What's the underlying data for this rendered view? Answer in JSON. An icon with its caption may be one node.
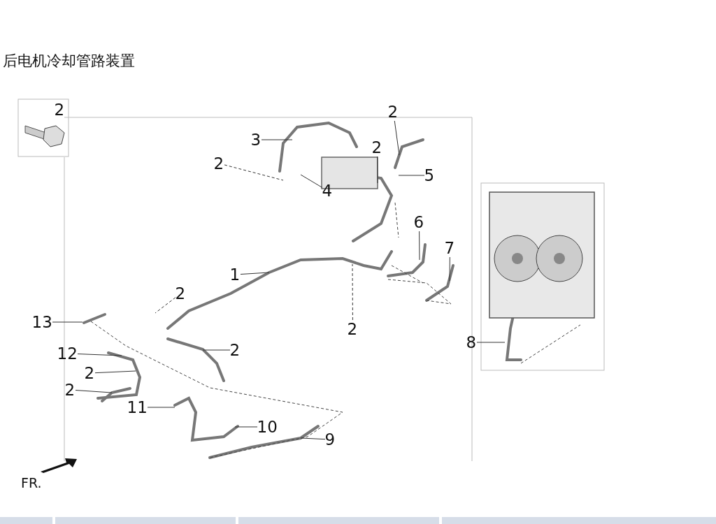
{
  "diagram": {
    "title": "后电机冷却管路装置",
    "nodes": [
      {
        "text": [
          "2"
        ]
      },
      {
        "text": [
          "3"
        ]
      },
      {
        "text": [
          "2"
        ]
      },
      {
        "text": [
          "2"
        ]
      },
      {
        "text": [
          "5"
        ]
      },
      {
        "text": [
          "4"
        ]
      },
      {
        "text": [
          "6"
        ]
      },
      {
        "text": [
          "7"
        ]
      },
      {
        "text": [
          "1"
        ]
      },
      {
        "text": [
          "2"
        ]
      },
      {
        "text": [
          "13"
        ]
      },
      {
        "text": [
          "2"
        ]
      },
      {
        "text": [
          "8"
        ]
      },
      {
        "text": [
          "2"
        ]
      },
      {
        "text": [
          "12"
        ]
      },
      {
        "text": [
          "2"
        ]
      },
      {
        "text": [
          "2"
        ]
      },
      {
        "text": [
          "11"
        ]
      },
      {
        "text": [
          "10"
        ]
      },
      {
        "text": [
          "9"
        ]
      }
    ],
    "edges": [
      {
        "from": 0,
        "to": null,
        "arrow": "none"
      },
      {
        "from": 1,
        "to": null,
        "arrow": "none"
      },
      {
        "from": 2,
        "to": null,
        "arrow": "none"
      },
      {
        "from": 3,
        "to": null,
        "arrow": "none",
        "style": "dashed"
      },
      {
        "from": 4,
        "to": null,
        "arrow": "none"
      },
      {
        "from": 5,
        "to": null,
        "arrow": "none"
      },
      {
        "from": 6,
        "to": null,
        "arrow": "none"
      },
      {
        "from": 7,
        "to": null,
        "arrow": "none"
      },
      {
        "from": 8,
        "to": null,
        "arrow": "none"
      },
      {
        "from": 9,
        "to": null,
        "arrow": "none",
        "style": "dashed"
      },
      {
        "from": 10,
        "to": null,
        "arrow": "none"
      },
      {
        "from": 11,
        "to": null,
        "arrow": "none",
        "style": "dashed"
      },
      {
        "from": 12,
        "to": null,
        "arrow": "none"
      },
      {
        "from": 13,
        "to": null,
        "arrow": "none"
      },
      {
        "from": 14,
        "to": null,
        "arrow": "none"
      },
      {
        "from": 15,
        "to": null,
        "arrow": "none"
      },
      {
        "from": 16,
        "to": null,
        "arrow": "none"
      },
      {
        "from": 17,
        "to": null,
        "arrow": "none"
      },
      {
        "from": 18,
        "to": null,
        "arrow": "none"
      },
      {
        "from": 19,
        "to": null,
        "arrow": "none"
      }
    ],
    "labels": [
      "2",
      "FR."
    ]
  }
}
